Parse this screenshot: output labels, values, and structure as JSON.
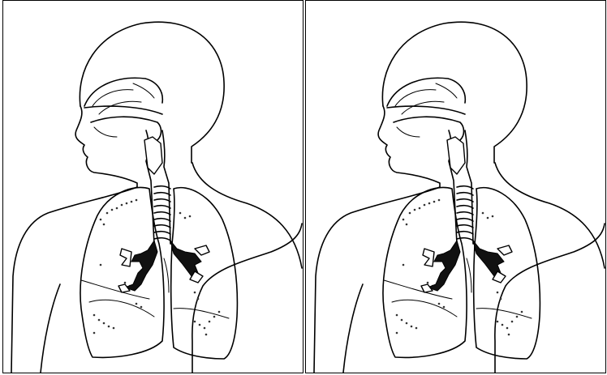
{
  "panels": [
    {
      "id": "left",
      "subject": "respiratory-system"
    },
    {
      "id": "right",
      "subject": "respiratory-system"
    }
  ],
  "colors": {
    "line": "#000000",
    "background": "#ffffff",
    "frame": "#000000"
  }
}
